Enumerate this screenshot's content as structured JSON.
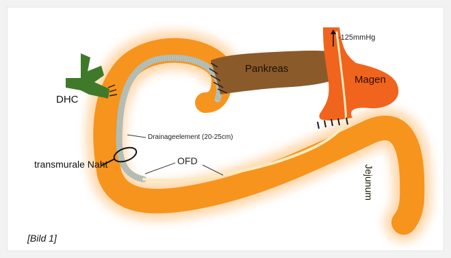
{
  "labels": {
    "dhc": "DHC",
    "pankreas": "Pankreas",
    "magen": "Magen",
    "pressure": "-125mmHg",
    "drainage": "Drainageelement (20-25cm)",
    "ofd": "OFD",
    "transmural": "transmurale Naht",
    "jejunum": "Jejunum"
  },
  "caption": "[Bild 1]",
  "colors": {
    "bowel": "#f7941d",
    "glow": "#ffd7a6",
    "pancreas": "#8b5a2b",
    "stomach": "#f0641e",
    "bile_duct": "#3f7a2a",
    "drain_element": "#b9c3bb",
    "ofd_line": "#f7ebc0"
  }
}
